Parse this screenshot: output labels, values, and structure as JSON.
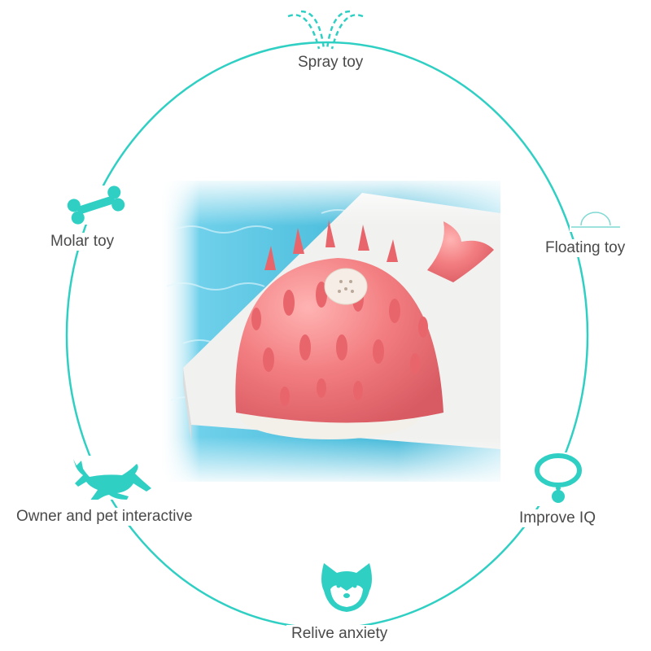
{
  "features": {
    "spray": "Spray toy",
    "molar": "Molar toy",
    "floating": "Floating toy",
    "interactive": "Owner and pet interactive",
    "iq": "Improve IQ",
    "anxiety": "Relive anxiety"
  },
  "colors": {
    "accent": "#2fcfc4",
    "toy": "#f07a7e",
    "water": "#5cc6e0"
  },
  "icons": [
    "spray-icon",
    "bone-icon",
    "floating-icon",
    "running-dog-icon",
    "collar-icon",
    "shiba-face-icon"
  ]
}
